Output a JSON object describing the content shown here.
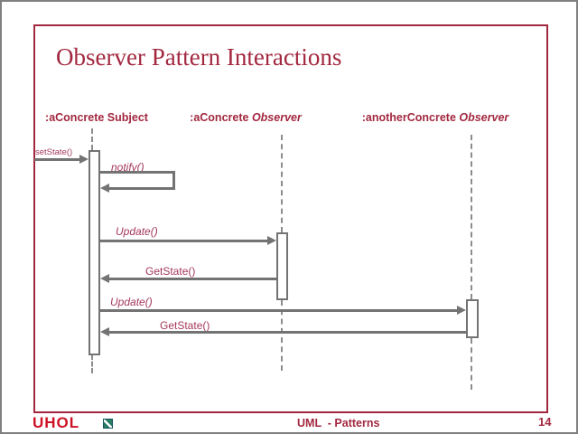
{
  "colors": {
    "accent": "#A22840",
    "label": "#A5395A",
    "line": "#737373",
    "dash": "#8C8C8C",
    "outer_border": "#808080",
    "logo_red": "#CE1126",
    "logo_teal": "#2A7A66"
  },
  "title": "Observer Pattern Interactions",
  "lifelines": [
    {
      "plain": ":aConcrete Subject",
      "italic": ""
    },
    {
      "plain": ":aConcrete ",
      "italic": "Observer"
    },
    {
      "plain": ":anotherConcrete ",
      "italic": "Observer"
    }
  ],
  "messages": {
    "set_state": "setState()",
    "notify": "notify()",
    "update1": "Update()",
    "get_state1": "GetState()",
    "update2": "Update()",
    "get_state2": "GetState()"
  },
  "footer": {
    "logo": "UHOL",
    "center": "UML  - Patterns",
    "page": "14"
  }
}
